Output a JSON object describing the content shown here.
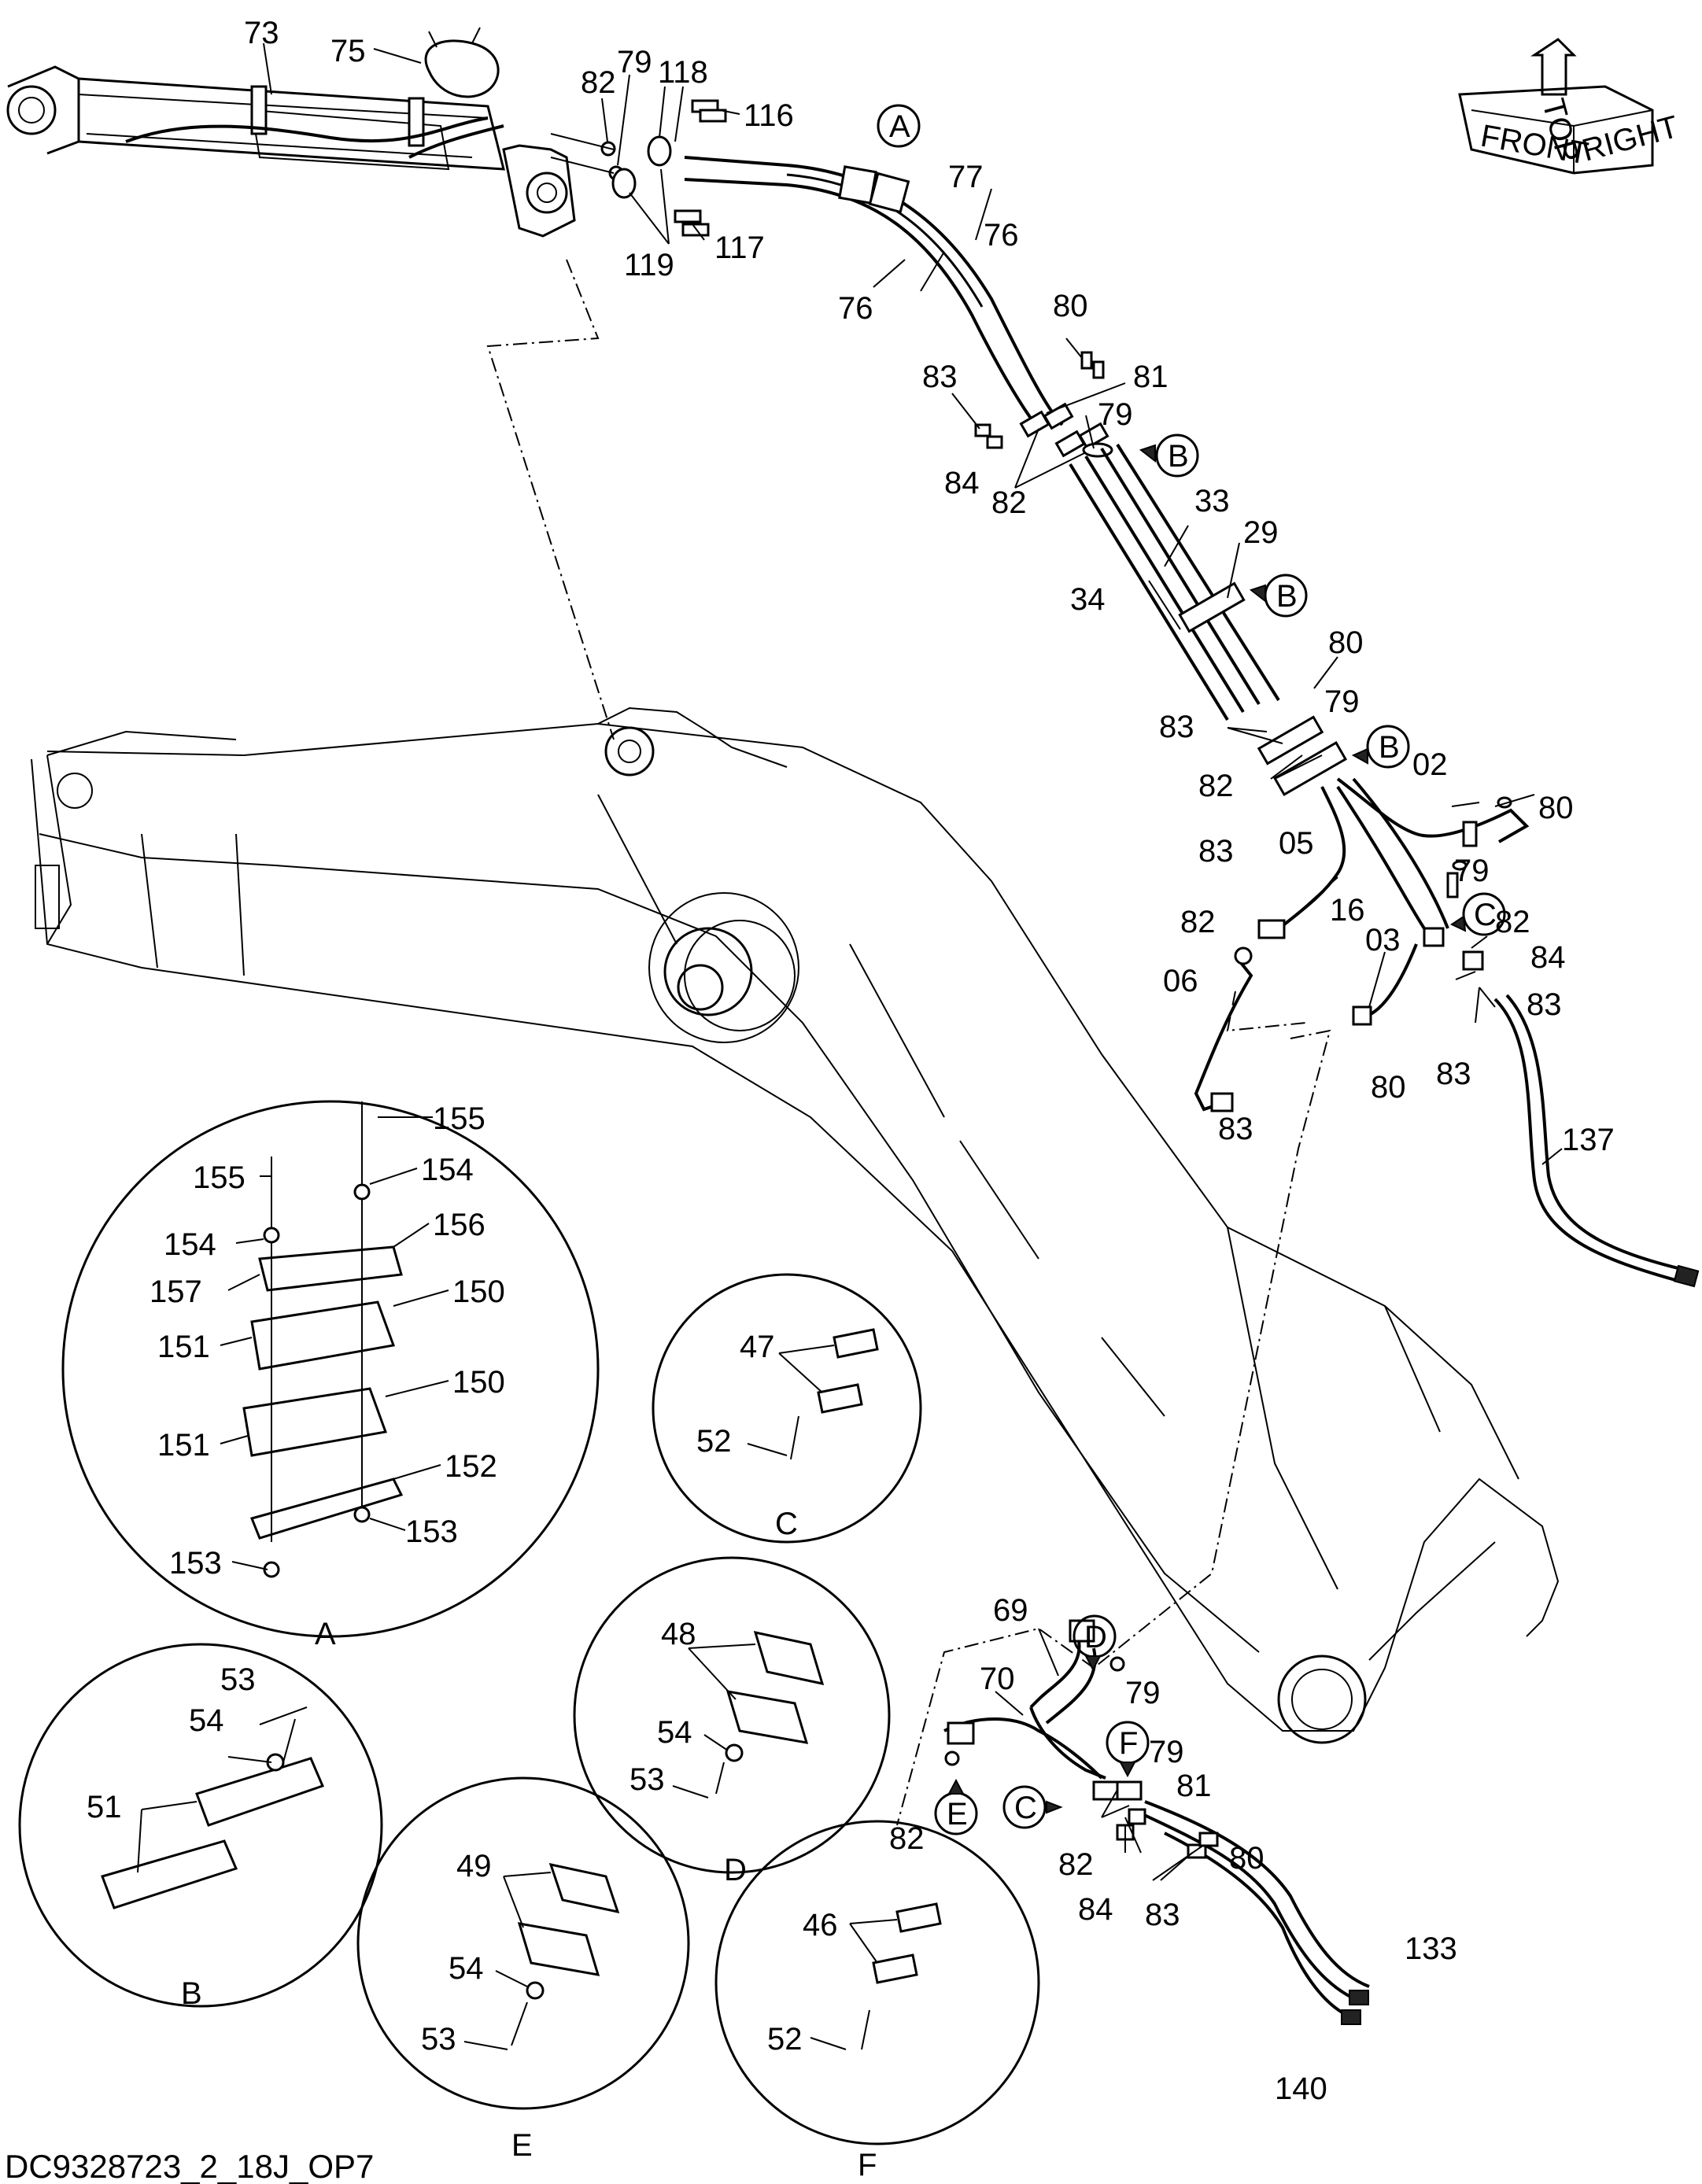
{
  "drawing_id": "DC9328723_2_18J_OP7",
  "orientation": {
    "top": "TOP",
    "front": "FRONT",
    "right": "RIGHT"
  },
  "main_labels": [
    {
      "id": "l73",
      "text": "73"
    },
    {
      "id": "l75",
      "text": "75"
    },
    {
      "id": "l82a",
      "text": "82"
    },
    {
      "id": "l79a",
      "text": "79"
    },
    {
      "id": "l118",
      "text": "118"
    },
    {
      "id": "l116",
      "text": "116"
    },
    {
      "id": "l117",
      "text": "117"
    },
    {
      "id": "l119",
      "text": "119"
    },
    {
      "id": "l77",
      "text": "77"
    },
    {
      "id": "l76a",
      "text": "76"
    },
    {
      "id": "l76b",
      "text": "76"
    },
    {
      "id": "l80a",
      "text": "80"
    },
    {
      "id": "l83a",
      "text": "83"
    },
    {
      "id": "l81a",
      "text": "81"
    },
    {
      "id": "l79b",
      "text": "79"
    },
    {
      "id": "l84a",
      "text": "84"
    },
    {
      "id": "l82b",
      "text": "82"
    },
    {
      "id": "l33",
      "text": "33"
    },
    {
      "id": "l29",
      "text": "29"
    },
    {
      "id": "l34",
      "text": "34"
    },
    {
      "id": "l80b",
      "text": "80"
    },
    {
      "id": "l79c",
      "text": "79"
    },
    {
      "id": "l83b",
      "text": "83"
    },
    {
      "id": "l82c",
      "text": "82"
    },
    {
      "id": "l02",
      "text": "02"
    },
    {
      "id": "l80c",
      "text": "80"
    },
    {
      "id": "l83c",
      "text": "83"
    },
    {
      "id": "l05",
      "text": "05"
    },
    {
      "id": "l79d",
      "text": "79"
    },
    {
      "id": "l16",
      "text": "16"
    },
    {
      "id": "l82d",
      "text": "82"
    },
    {
      "id": "l82e",
      "text": "82"
    },
    {
      "id": "l03",
      "text": "03"
    },
    {
      "id": "l84b",
      "text": "84"
    },
    {
      "id": "l06",
      "text": "06"
    },
    {
      "id": "l83d",
      "text": "83"
    },
    {
      "id": "l83e",
      "text": "83"
    },
    {
      "id": "l80d",
      "text": "80"
    },
    {
      "id": "l83f",
      "text": "83"
    },
    {
      "id": "l137",
      "text": "137"
    },
    {
      "id": "l69",
      "text": "69"
    },
    {
      "id": "l70",
      "text": "70"
    },
    {
      "id": "l79e",
      "text": "79"
    },
    {
      "id": "l79f",
      "text": "79"
    },
    {
      "id": "l81b",
      "text": "81"
    },
    {
      "id": "l80e",
      "text": "80"
    },
    {
      "id": "l82f",
      "text": "82"
    },
    {
      "id": "l82g",
      "text": "82"
    },
    {
      "id": "l84c",
      "text": "84"
    },
    {
      "id": "l83g",
      "text": "83"
    },
    {
      "id": "l133",
      "text": "133"
    },
    {
      "id": "l140",
      "text": "140"
    }
  ],
  "callouts": [
    {
      "id": "cA",
      "letter": "A"
    },
    {
      "id": "cB1",
      "letter": "B"
    },
    {
      "id": "cB2",
      "letter": "B"
    },
    {
      "id": "cB3",
      "letter": "B"
    },
    {
      "id": "cC1",
      "letter": "C"
    },
    {
      "id": "cD",
      "letter": "D"
    },
    {
      "id": "cF",
      "letter": "F"
    },
    {
      "id": "cE",
      "letter": "E"
    },
    {
      "id": "cC2",
      "letter": "C"
    }
  ],
  "details": [
    {
      "id": "A",
      "caption": "A",
      "labels": [
        "155",
        "155",
        "154",
        "154",
        "156",
        "157",
        "150",
        "151",
        "150",
        "151",
        "152",
        "153",
        "153"
      ]
    },
    {
      "id": "B",
      "caption": "B",
      "labels": [
        "53",
        "54",
        "51"
      ]
    },
    {
      "id": "C",
      "caption": "C",
      "labels": [
        "47",
        "52"
      ]
    },
    {
      "id": "D",
      "caption": "D",
      "labels": [
        "48",
        "54",
        "53"
      ]
    },
    {
      "id": "E",
      "caption": "E",
      "labels": [
        "49",
        "54",
        "53"
      ]
    },
    {
      "id": "F",
      "caption": "F",
      "labels": [
        "46",
        "52"
      ]
    }
  ]
}
